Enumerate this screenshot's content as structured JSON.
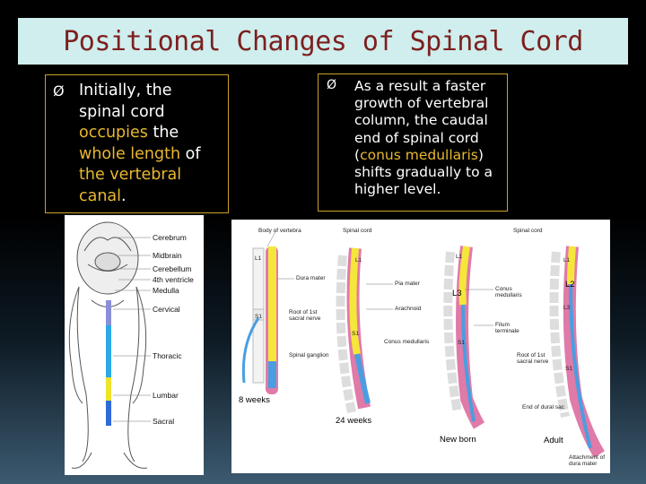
{
  "title": "Positional Changes of Spinal Cord",
  "left_box": {
    "bullet": "Ø",
    "t1": "Initially, the spinal cord ",
    "h1": "occupies",
    "t2": " the ",
    "h2": "whole length",
    "t3": " of ",
    "h3": "the vertebral canal",
    "t4": "."
  },
  "right_box": {
    "bullet": "Ø",
    "t1": "As a result a faster growth of vertebral column, the caudal end of spinal cord (",
    "h1": "conus medullaris",
    "t2": ") shifts gradually to a higher level."
  },
  "fetus_labels": {
    "cerebrum": "Cerebrum",
    "midbrain": "Midbrain",
    "cerebellum": "Cerebellum",
    "ventricle": "4th ventricle",
    "medulla": "Medulla",
    "cervical": "Cervical",
    "thoracic": "Thoracic",
    "lumbar": "Lumbar",
    "sacral": "Sacral"
  },
  "cord_labels": {
    "body_of_vertebra": "Body of vertebra",
    "spinal_cord_1": "Spinal cord",
    "spinal_cord_2": "Spinal cord",
    "dura_mater": "Dura mater",
    "pia_mater": "Pia mater",
    "arachnoid": "Arachnoid",
    "conus_medullaris_1": "Conus medullaris",
    "conus_medullaris_2": "Conus medullaris",
    "root_1": "Root of 1st sacral nerve",
    "root_2": "Root of 1st sacral nerve",
    "spinal_ganglion": "Spinal ganglion",
    "filum_terminale": "Filum terminale",
    "end_of_dural_sac": "End of dural sac",
    "attachment": "Attachment of dura mater",
    "l1_a": "L1",
    "s1_a": "S1",
    "l1_b": "L1",
    "s1_b": "S1",
    "l1_c": "L1",
    "l3_c": "L3",
    "s1_c": "S1",
    "l1_d": "L1",
    "l2_d": "L2",
    "l3_d": "L3",
    "s1_d": "S1",
    "weeks8": "8 weeks",
    "weeks24": "24 weeks",
    "newborn": "New born",
    "adult": "Adult"
  },
  "colors": {
    "title_bg": "#cfeeed",
    "title_text": "#7d1f1f",
    "highlight": "#e8b830",
    "box_border": "#c9a227",
    "cord_blue": "#4a9ee0",
    "cord_yellow": "#f5e63a",
    "dura_pink": "#e07aa8"
  }
}
